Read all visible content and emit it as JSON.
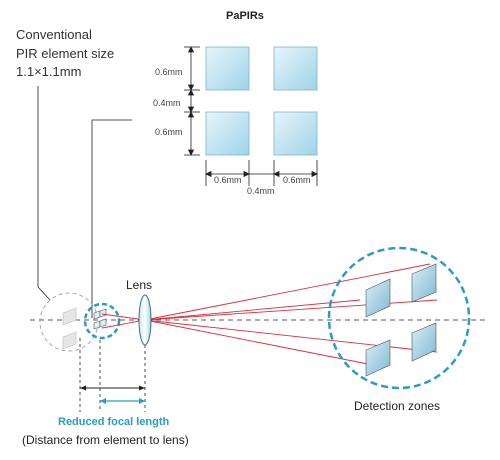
{
  "conventional": {
    "line1": "Conventional",
    "line2": "PIR element size",
    "line3": "1.1×1.1mm"
  },
  "papirs_title": "PaPIRs",
  "dimensions": {
    "vertical_top": "0.6mm",
    "vertical_gap": "0.4mm",
    "vertical_bottom": "0.6mm",
    "horizontal_left": "0.6mm",
    "horizontal_gap": "0.4mm",
    "horizontal_right": "0.6mm"
  },
  "lens_label": "Lens",
  "reduced_focal_length": "Reduced focal length",
  "distance_note": "(Distance from element to lens)",
  "detection_zones": "Detection zones",
  "colors": {
    "accent_blue": "#2b9cc4",
    "ray_red": "#d9303a",
    "element_fill": "#bfe4f2"
  }
}
